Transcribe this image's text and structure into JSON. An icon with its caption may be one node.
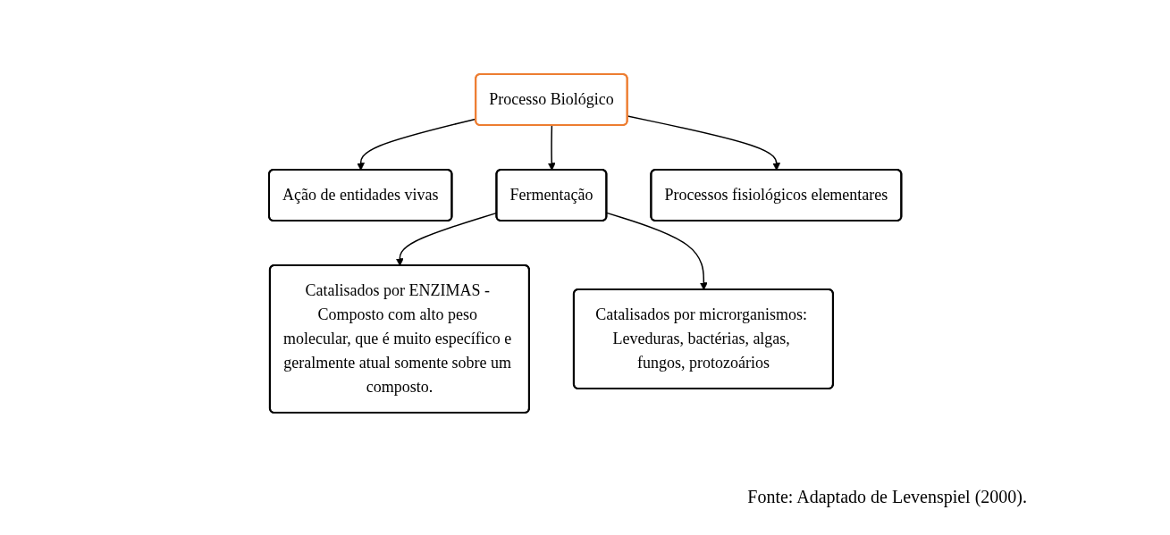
{
  "diagram": {
    "caption": "Fonte: Adaptado de Levenspiel (2000).",
    "nodes": [
      {
        "text": [
          "Processo Biológico"
        ]
      },
      {
        "text": [
          "Ação de entidades vivas"
        ]
      },
      {
        "text": [
          "Fermentação"
        ]
      },
      {
        "text": [
          "Processos fisiológicos elementares"
        ]
      },
      {
        "text": [
          "Catalisados por ENZIMAS - Composto com alto peso molecular, que é muito específico e geralmente atual somente sobre um composto."
        ]
      },
      {
        "text": [
          "Catalisados por microrganismos: Leveduras, bactérias, algas, fungos, protozoários"
        ]
      }
    ],
    "edges": [
      {
        "from": 0,
        "to": 1,
        "arrow": "to"
      },
      {
        "from": 0,
        "to": 2,
        "arrow": "to"
      },
      {
        "from": 0,
        "to": 3,
        "arrow": "to"
      },
      {
        "from": 2,
        "to": 4,
        "arrow": "to"
      },
      {
        "from": 2,
        "to": 5,
        "arrow": "to"
      }
    ]
  }
}
